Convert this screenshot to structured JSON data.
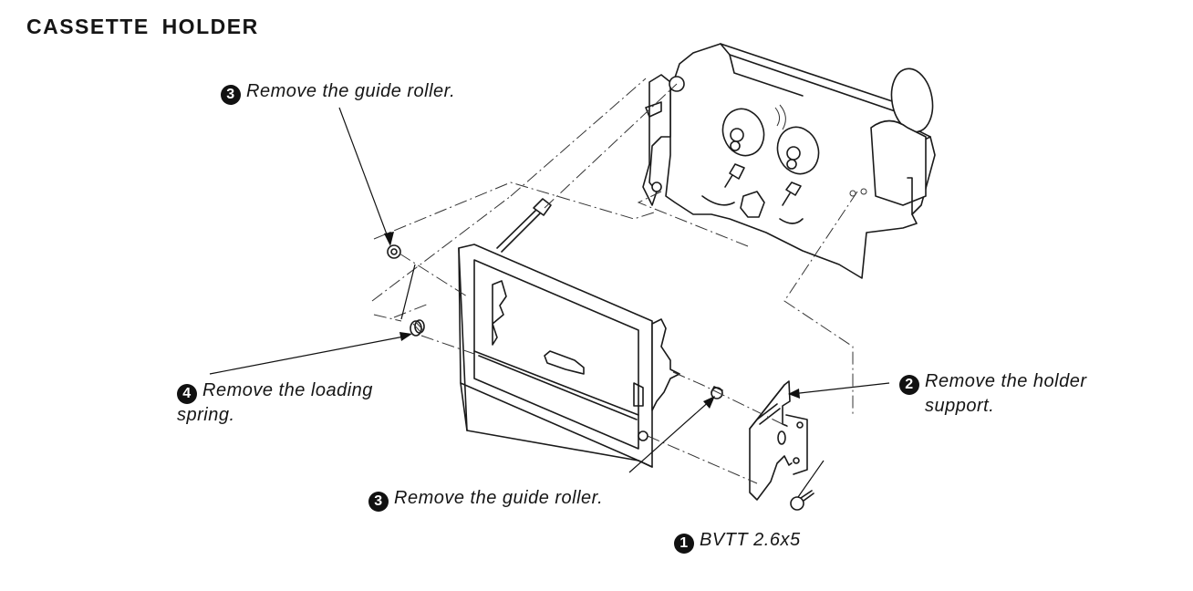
{
  "title": "CASSETTE HOLDER",
  "callouts": {
    "guide_roller_top": {
      "step": "3",
      "text": "Remove the guide roller."
    },
    "loading_spring": {
      "step": "4",
      "text": "Remove the loading",
      "text2": "spring."
    },
    "holder_support": {
      "step": "2",
      "text": "Remove the holder",
      "text2": "support."
    },
    "guide_roller_bottom": {
      "step": "3",
      "text": "Remove the guide roller."
    },
    "screw": {
      "step": "1",
      "text": "BVTT 2.6x5"
    }
  },
  "parts": [
    "mechanism-chassis",
    "cassette-holder",
    "guide-roller-left",
    "loading-spring",
    "guide-roller-right",
    "holder-support",
    "screw"
  ]
}
